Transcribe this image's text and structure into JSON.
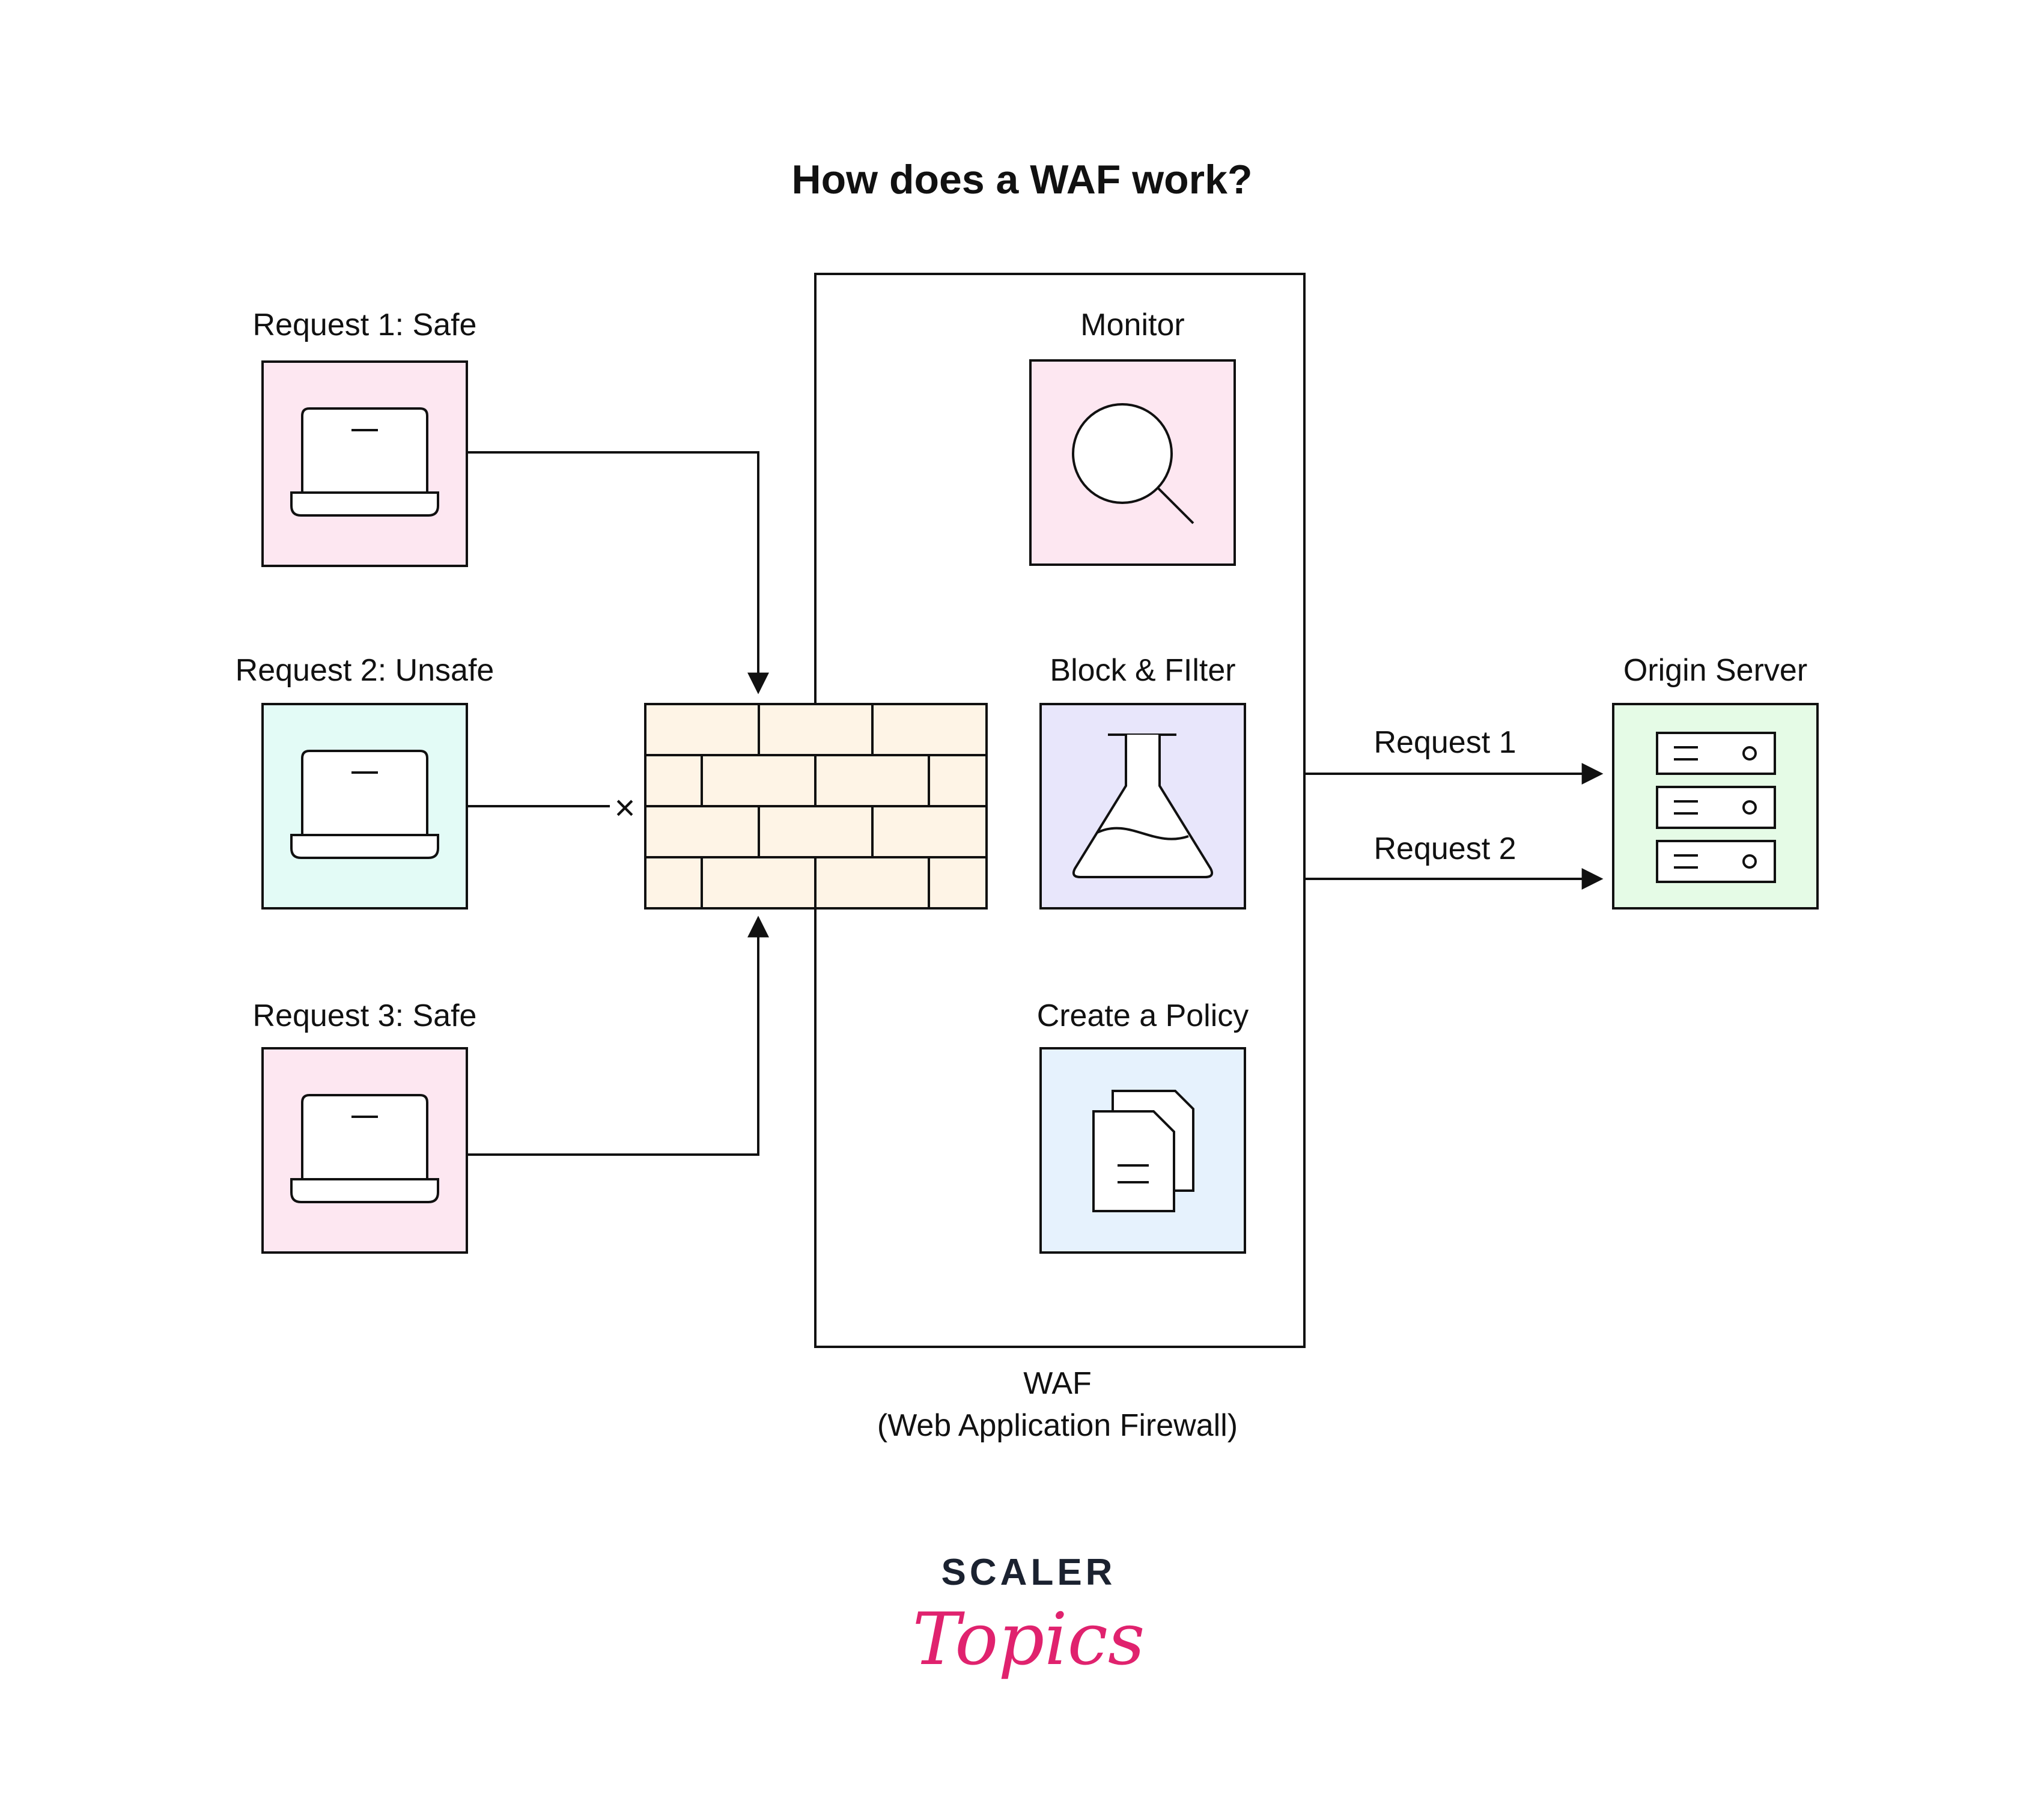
{
  "title": "How does a WAF work?",
  "requests": [
    {
      "label": "Request 1: Safe",
      "color": "#fde7f1",
      "icon": "laptop-icon"
    },
    {
      "label": "Request 2: Unsafe",
      "color": "#e3fbf6",
      "icon": "laptop-icon"
    },
    {
      "label": "Request 3: Safe",
      "color": "#fde7f1",
      "icon": "laptop-icon"
    }
  ],
  "blocked_marker": "×",
  "firewall": {
    "icon": "brick-wall-icon",
    "color": "#fef4e6"
  },
  "waf_functions": [
    {
      "label": "Monitor",
      "color": "#fde7f1",
      "icon": "magnifier-icon"
    },
    {
      "label": "Block & FIlter",
      "color": "#e8e6fb",
      "icon": "flask-icon"
    },
    {
      "label": "Create a Policy",
      "color": "#e6f2fd",
      "icon": "documents-icon"
    }
  ],
  "waf_caption": {
    "line1": "WAF",
    "line2": "(Web Application Firewall)"
  },
  "forwarded": [
    "Request 1",
    "Request 2"
  ],
  "server": {
    "label": "Origin Server",
    "color": "#e5fbe6",
    "icon": "server-rack-icon"
  },
  "brand": {
    "line1": "SCALER",
    "line2": "Topics",
    "color": "#e0226e"
  }
}
